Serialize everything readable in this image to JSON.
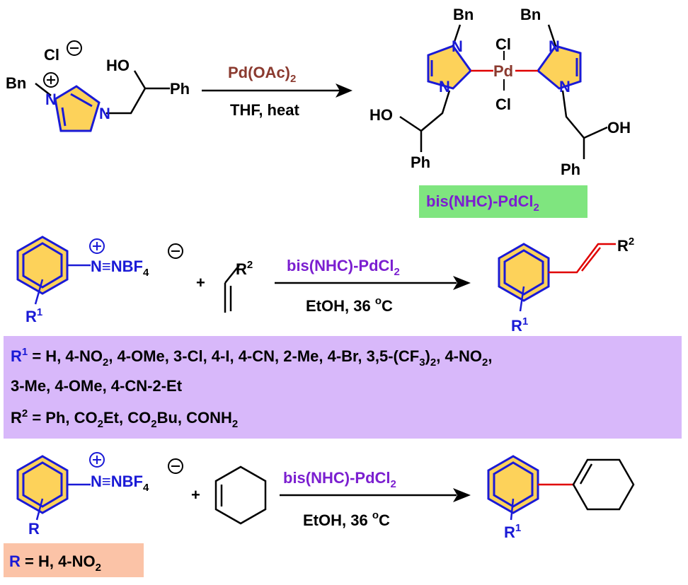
{
  "reaction1": {
    "reagent_top": "Pd(OAc)",
    "reagent_top_sub": "2",
    "conditions": "THF, heat",
    "reactant_labels": {
      "counterion": "Cl",
      "bn": "Bn",
      "n_plus": "N",
      "n": "N",
      "ho": "HO",
      "ph": "Ph"
    },
    "product_labels": {
      "bn_left": "Bn",
      "bn_right": "Bn",
      "n": "N",
      "pd": "Pd",
      "cl": "Cl",
      "ho": "HO",
      "oh": "OH",
      "ph": "Ph"
    },
    "product_name_main": "bis(NHC)-PdCl",
    "product_name_sub": "2"
  },
  "reaction2": {
    "diazonium": "N≡NBF",
    "diazonium_sub": "4",
    "r1": "R",
    "r1_sup": "1",
    "r2": "R",
    "r2_sup": "2",
    "plus": "+",
    "catalyst_main": "bis(NHC)-PdCl",
    "catalyst_sub": "2",
    "conditions_main": "EtOH, 36 ",
    "conditions_sup": "o",
    "conditions_end": "C"
  },
  "substituents": {
    "line1_parts": [
      "R",
      "1",
      " = H, 4-NO",
      "2",
      ", 4-OMe, 3-Cl, 4-I, 4-CN, 2-Me, 4-Br, 3,5-(CF",
      "3",
      ")",
      "2",
      ", 4-NO",
      "2",
      ","
    ],
    "line2": "3-Me, 4-OMe, 4-CN-2-Et",
    "line3_parts": [
      "R",
      "2",
      " = Ph, CO",
      "2",
      "Et, CO",
      "2",
      "Bu, CONH",
      "2"
    ]
  },
  "reaction3": {
    "diazonium": "N≡NBF",
    "diazonium_sub": "4",
    "r": "R",
    "plus": "+",
    "catalyst_main": "bis(NHC)-PdCl",
    "catalyst_sub": "2",
    "conditions_main": "EtOH, 36 ",
    "conditions_sup": "o",
    "conditions_end": "C",
    "product_r": "R",
    "product_r_sup": "1",
    "r_def_r": "R",
    "r_def_rest": " = H, 4-NO",
    "r_def_sub": "2"
  },
  "colors": {
    "nhc_ring_fill": "#fdd25a",
    "catalyst_box": "#7fe57f",
    "substituent_box": "#d8b8fa",
    "r_box": "#fbc3a7",
    "blue": "#1a1ad6",
    "red_bond": "#e00000",
    "purple": "#7b1fd0",
    "pd_color": "#8b3a2f"
  }
}
